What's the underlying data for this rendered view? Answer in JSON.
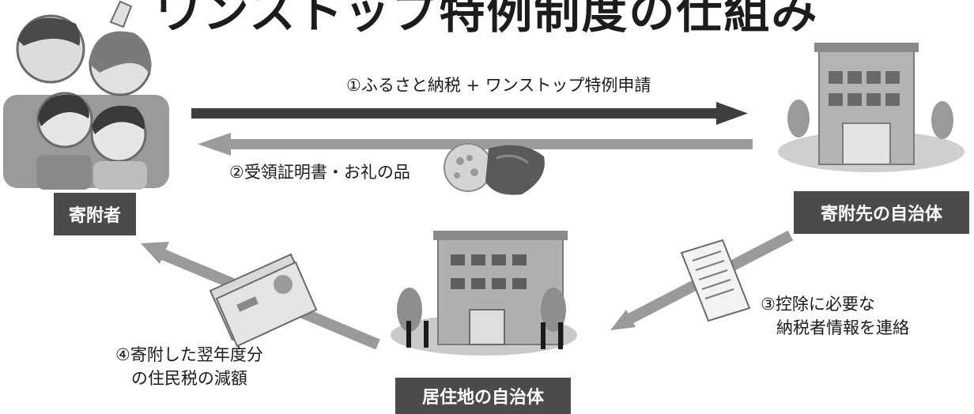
{
  "title": "ワンストップ特例制度の仕組み",
  "labels": {
    "donor": "寄附者",
    "recipient_gov": "寄附先の自治体",
    "home_gov": "居住地の自治体"
  },
  "steps": {
    "step1": "①ふるさと納税 + ワンストップ特例申請",
    "step2": "②受領証明書・お礼の品",
    "step3_line1": "③控除に必要な",
    "step3_line2": "納税者情報を連絡",
    "step4_line1": "④寄附した翌年度分",
    "step4_line2": "の住民税の減額"
  }
}
